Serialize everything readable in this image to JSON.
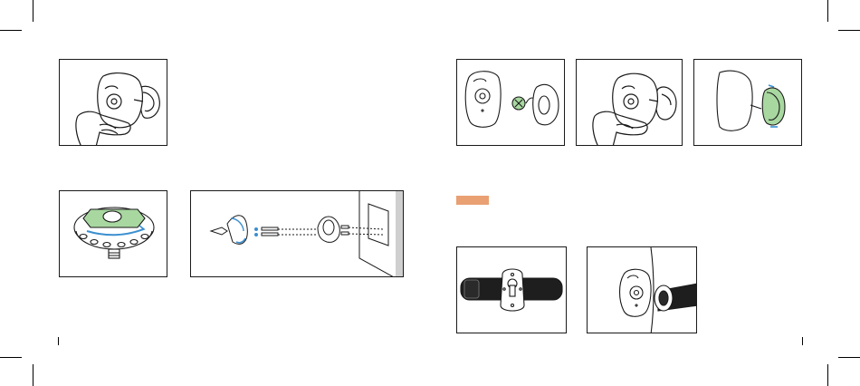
{
  "page": {
    "accent_green": "#a8d8a0",
    "accent_blue": "#3a8fd0",
    "note_tag_color": "#e9a073",
    "line_color": "#1a1a1a"
  },
  "illustrations": [
    {
      "id": "hand-mounting-camera",
      "icon": "hand-camera-icon"
    },
    {
      "id": "mount-base-top-view",
      "icon": "mount-base-icon"
    },
    {
      "id": "wall-mount-exploded-view",
      "icon": "screw-anchor-icon"
    },
    {
      "id": "camera-with-mount-adapter",
      "icon": "camera-icon"
    },
    {
      "id": "hand-attaching-camera",
      "icon": "hand-camera-icon"
    },
    {
      "id": "camera-side-view-adjust",
      "icon": "camera-side-icon"
    },
    {
      "id": "strap-mount",
      "icon": "strap-icon"
    },
    {
      "id": "camera-on-pole",
      "icon": "pole-camera-icon"
    }
  ]
}
